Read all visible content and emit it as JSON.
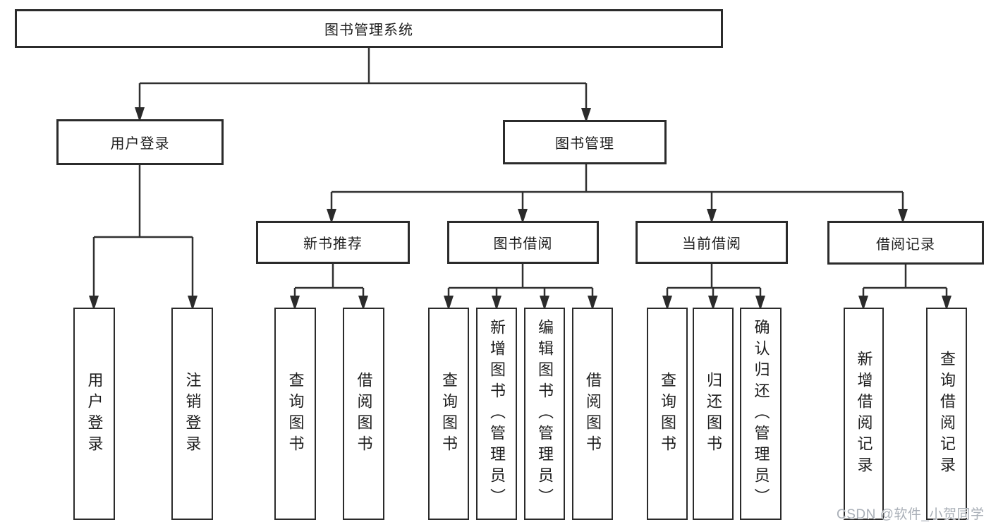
{
  "diagram": {
    "title": "图书管理系统",
    "root": {
      "label": "图书管理系统"
    },
    "level2": [
      {
        "id": "user-login",
        "label": "用户登录"
      },
      {
        "id": "book-management",
        "label": "图书管理"
      }
    ],
    "level3": [
      {
        "id": "new-book-recommend",
        "label": "新书推荐",
        "parent": "图书管理"
      },
      {
        "id": "book-borrow",
        "label": "图书借阅",
        "parent": "图书管理"
      },
      {
        "id": "current-borrow",
        "label": "当前借阅",
        "parent": "图书管理"
      },
      {
        "id": "borrow-records",
        "label": "借阅记录",
        "parent": "图书管理"
      }
    ],
    "leaves": [
      {
        "parent": "用户登录",
        "label": "用户登录"
      },
      {
        "parent": "用户登录",
        "label": "注销登录"
      },
      {
        "parent": "新书推荐",
        "label": "查询图书"
      },
      {
        "parent": "新书推荐",
        "label": "借阅图书"
      },
      {
        "parent": "图书借阅",
        "label": "查询图书"
      },
      {
        "parent": "图书借阅",
        "label": "新增图书（管理员）"
      },
      {
        "parent": "图书借阅",
        "label": "编辑图书（管理员）"
      },
      {
        "parent": "图书借阅",
        "label": "借阅图书"
      },
      {
        "parent": "当前借阅",
        "label": "查询图书"
      },
      {
        "parent": "当前借阅",
        "label": "归还图书"
      },
      {
        "parent": "当前借阅",
        "label": "确认归还（管理员）"
      },
      {
        "parent": "借阅记录",
        "label": "新增借阅记录"
      },
      {
        "parent": "借阅记录",
        "label": "查询借阅记录"
      }
    ],
    "colors": {
      "line": "#303030",
      "box_border": "#2b2b2b",
      "text": "#1d1d1d",
      "background": "#ffffff",
      "watermark": "#a9afb7"
    }
  },
  "watermark": {
    "text": "CSDN @软件_小贺同学"
  }
}
